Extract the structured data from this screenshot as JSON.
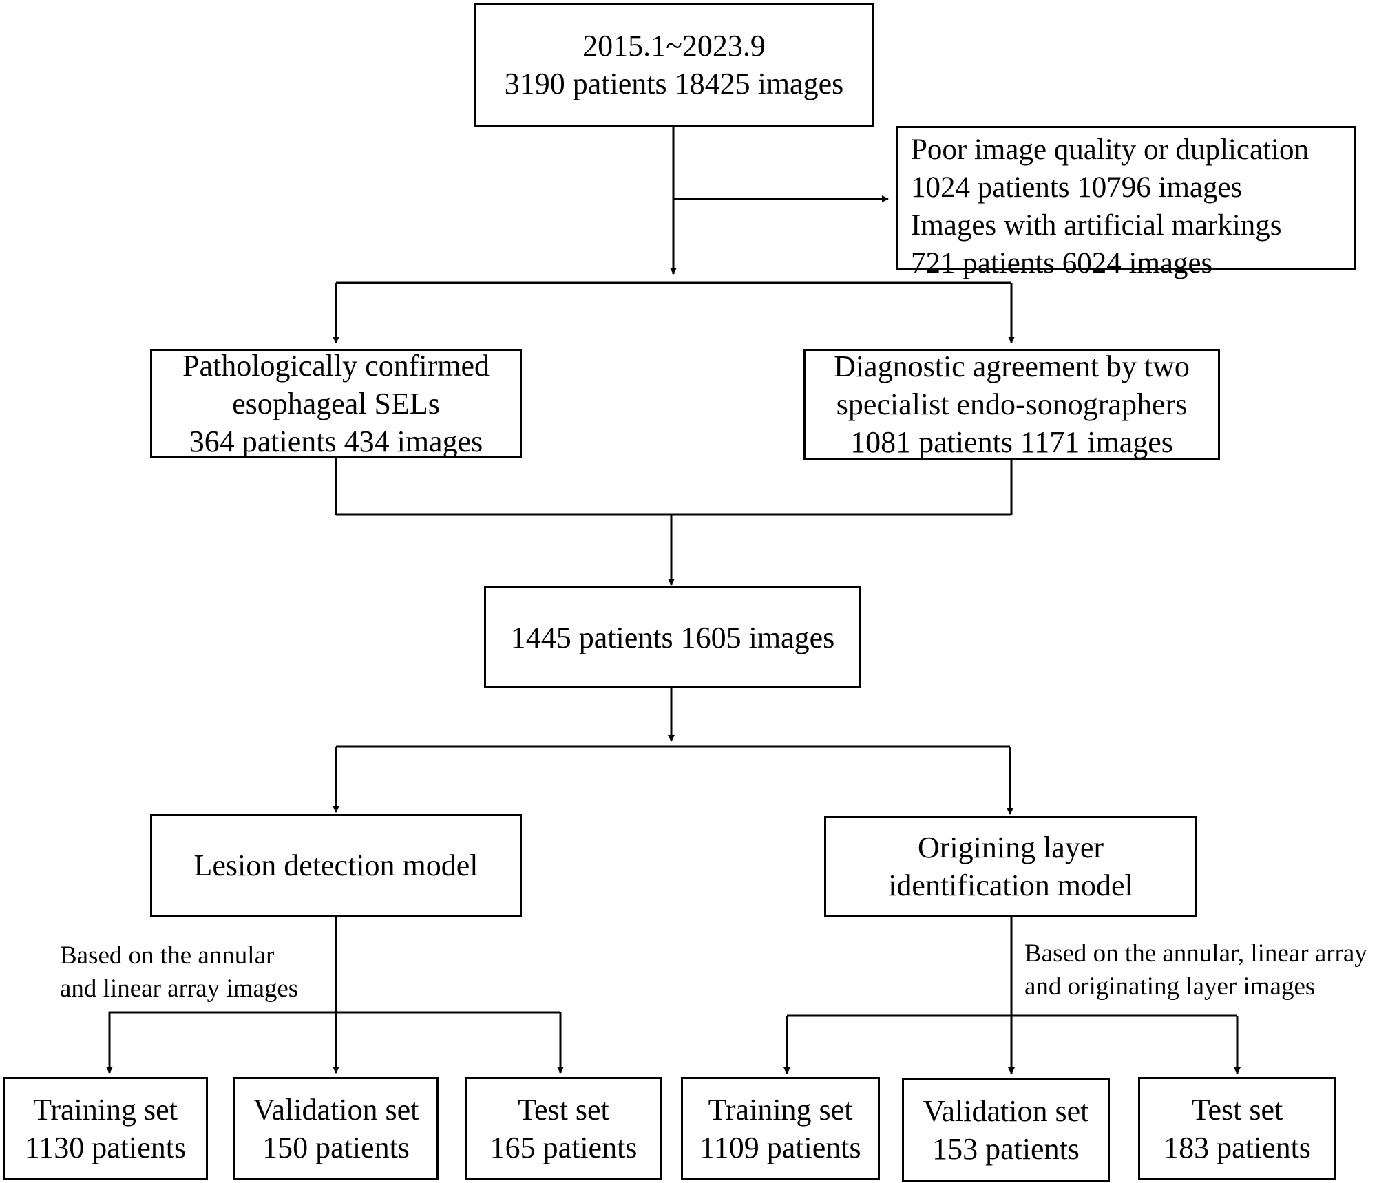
{
  "boxes": {
    "start": {
      "line1": "2015.1~2023.9",
      "line2": "3190 patients 18425 images"
    },
    "exclusion": {
      "line1": "Poor image quality or duplication",
      "line2": "1024 patients 10796 images",
      "line3": "Images with artificial markings",
      "line4": "721 patients 6024 images"
    },
    "pathology": {
      "line1": "Pathologically confirmed",
      "line2": "esophageal SELs",
      "line3": "364 patients 434 images"
    },
    "agreement": {
      "line1": "Diagnostic agreement by two",
      "line2": "specialist endo-sonographers",
      "line3": "1081 patients 1171 images"
    },
    "combined": {
      "line1": "1445 patients 1605 images"
    },
    "lesion_model": {
      "line1": "Lesion detection model"
    },
    "layer_model": {
      "line1": "Origining layer",
      "line2": "identification model"
    },
    "lesion_training": {
      "line1": "Training set",
      "line2": "1130 patients"
    },
    "lesion_validation": {
      "line1": "Validation set",
      "line2": "150 patients"
    },
    "lesion_test": {
      "line1": "Test set",
      "line2": "165 patients"
    },
    "layer_training": {
      "line1": "Training set",
      "line2": "1109 patients"
    },
    "layer_validation": {
      "line1": "Validation set",
      "line2": "153 patients"
    },
    "layer_test": {
      "line1": "Test set",
      "line2": "183 patients"
    }
  },
  "notes": {
    "lesion_basis": {
      "line1": "Based on the annular",
      "line2": "and linear array images"
    },
    "layer_basis": {
      "line1": "Based on the annular, linear array",
      "line2": "and originating layer images"
    }
  }
}
